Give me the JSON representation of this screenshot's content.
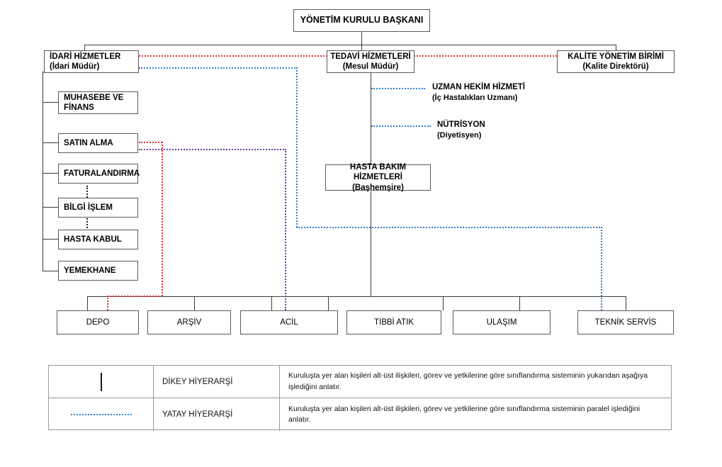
{
  "chart_type": "organization-chart",
  "nodes": {
    "root": {
      "line1": "YÖNETİM KURULU BAŞKANI",
      "line2": ""
    },
    "idari": {
      "line1": "İDARİ HİZMETLER",
      "line2": "(İdari Müdür)"
    },
    "tedavi": {
      "line1": "TEDAVİ HİZMETLERİ",
      "line2": "(Mesul Müdür)"
    },
    "kalite": {
      "line1": "KALİTE YÖNETİM BİRİMİ",
      "line2": "(Kalite Direktörü)"
    },
    "hasta_bakim": {
      "line1": "HASTA BAKIM HİZMETLERİ",
      "line2": "(Başhemşire)"
    }
  },
  "admin_units": [
    {
      "line1": "MUHASEBE  VE",
      "line2": "FİNANS"
    },
    {
      "line1": "SATIN ALMA",
      "line2": ""
    },
    {
      "line1": "FATURALANDIRMA",
      "line2": ""
    },
    {
      "line1": "BİLGİ İŞLEM",
      "line2": ""
    },
    {
      "line1": "HASTA KABUL",
      "line2": ""
    },
    {
      "line1": "YEMEKHANE",
      "line2": ""
    }
  ],
  "medical_services": [
    {
      "line1": "UZMAN HEKİM HİZMETİ",
      "line2": "(İç Hastalıkları Uzmanı)"
    },
    {
      "line1": "NÜTRİSYON",
      "line2": "(Diyetisyen)"
    }
  ],
  "support_units": [
    {
      "label": "DEPO"
    },
    {
      "label": "ARŞİV"
    },
    {
      "label": "ACİL"
    },
    {
      "label": "TIBBİ ATIK"
    },
    {
      "label": "ULAŞIM"
    },
    {
      "label": "TEKNİK SERVİS"
    }
  ],
  "legend": {
    "rows": [
      {
        "symbol": "vertical-solid-line",
        "name": "DİKEY HİYERARŞİ",
        "description": "Kuruluşta yer alan kişileri alt-üst ilişkileri, görev ve yetkilerine göre sınıflandırma sisteminin yukarıdan aşağıya işlediğini anlatır."
      },
      {
        "symbol": "horizontal-dotted-line",
        "name": "YATAY HİYERARŞİ",
        "description": "Kuruluşta yer alan kişileri alt-üst ilişkileri, görev ve yetkilerine göre sınıflandırma sisteminin paralel işlediğini anlatır."
      }
    ]
  },
  "colors": {
    "solid_line": "#3a3a3a",
    "red_dotted": "#e03030",
    "blue_dotted": "#2f7fd0",
    "purple_dotted": "#6a3fa0",
    "box_border": "#5a5a5a"
  }
}
